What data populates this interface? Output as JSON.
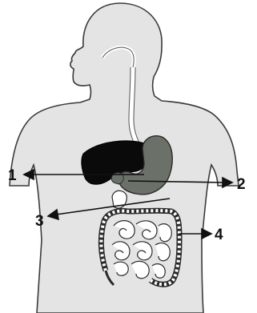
{
  "labels": {
    "one": "1",
    "two": "2",
    "three": "3",
    "four": "4"
  },
  "colors": {
    "body_fill": "#e4e4e4",
    "outline": "#3a3a3a",
    "liver": "#0a0a0a",
    "stomach": "#6b7169",
    "intestine": "#ffffff"
  }
}
